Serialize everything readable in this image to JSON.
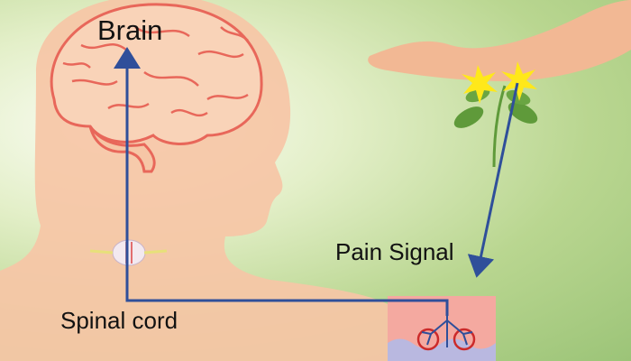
{
  "labels": {
    "brain": "Brain",
    "pain_signal": "Pain Signal",
    "spinal_cord": "Spinal cord"
  },
  "colors": {
    "skin": "#f6c6a6",
    "brain_outline": "#e8675a",
    "arrow": "#2f4f9a",
    "skin_block": "#f4a9a0",
    "tissue": "#b9b8e0",
    "spark": "#ffe81a",
    "leaf": "#5f9a3a"
  }
}
